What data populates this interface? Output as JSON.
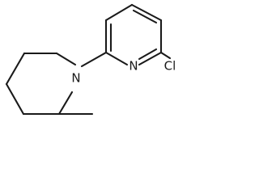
{
  "molecule": {
    "atoms": {
      "piperidine_n": "N",
      "pyridine_n": "N",
      "chlorine": "Cl"
    }
  }
}
